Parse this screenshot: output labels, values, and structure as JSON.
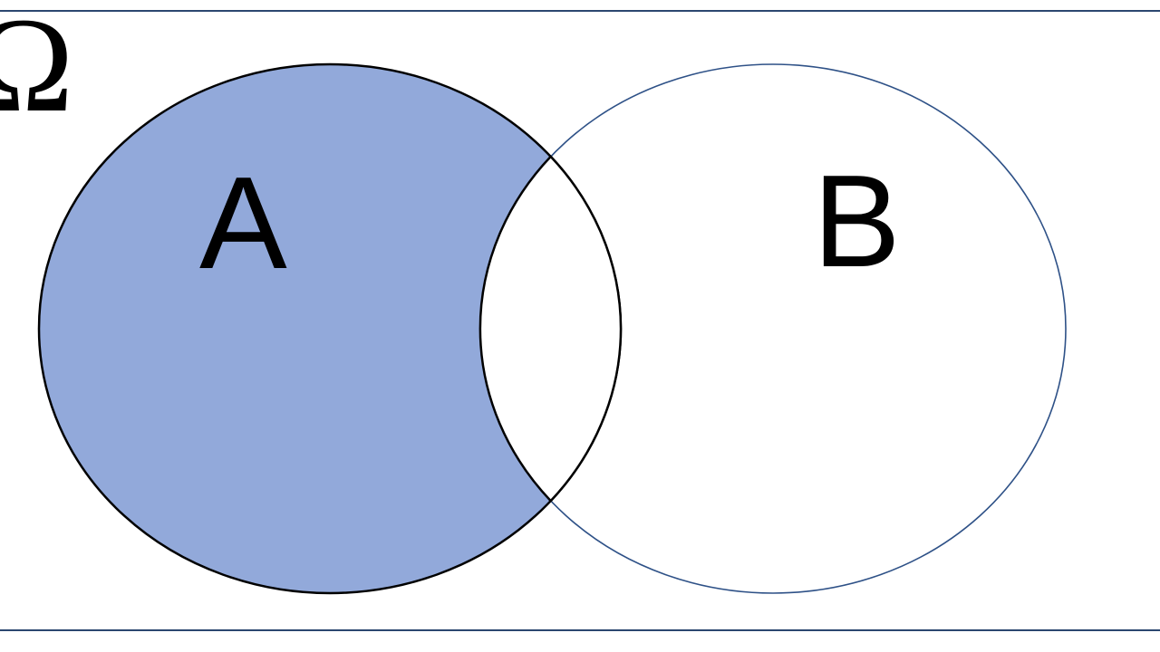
{
  "diagram": {
    "type": "venn",
    "description": "Two-set Venn diagram inside universal set rectangle; region A minus B is shaded blue, intersection and set B are white",
    "labels": {
      "universal_set": "Ω",
      "set_a": "A",
      "set_b": "B"
    },
    "colors": {
      "set_a_fill": "#92A9DA",
      "set_a_stroke": "#000000",
      "set_b_stroke": "#2E5187",
      "intersection_fill": "#FFFFFF",
      "universe_border": "#2C4770",
      "label_color": "#000000",
      "background": "#FFFFFF"
    }
  }
}
